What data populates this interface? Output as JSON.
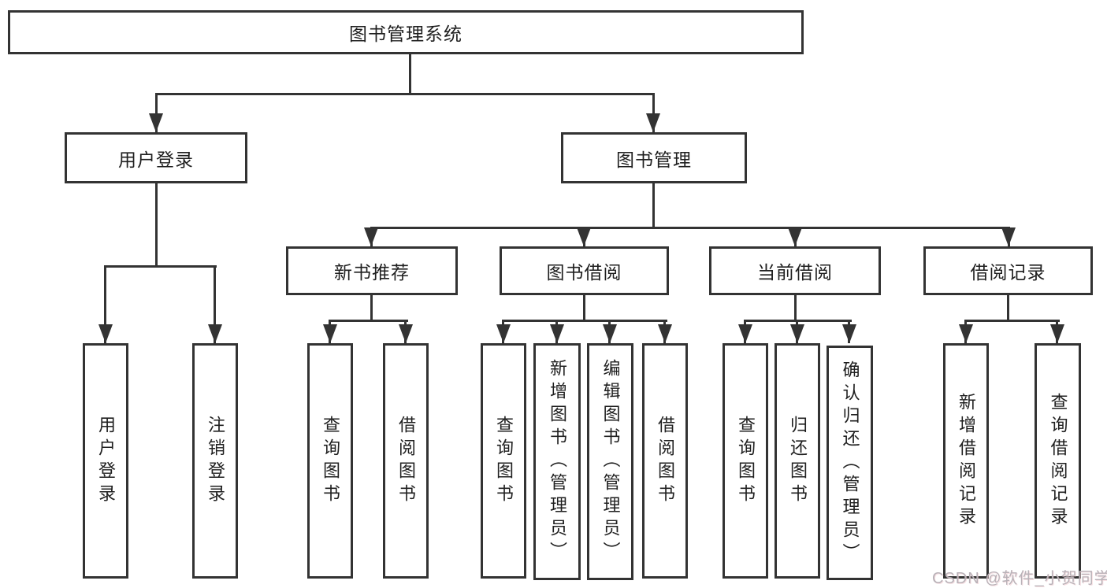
{
  "diagram": {
    "root": {
      "label": "图书管理系统"
    },
    "level2": [
      {
        "label": "用户登录"
      },
      {
        "label": "图书管理"
      }
    ],
    "level3": [
      {
        "label": "新书推荐"
      },
      {
        "label": "图书借阅"
      },
      {
        "label": "当前借阅"
      },
      {
        "label": "借阅记录"
      }
    ],
    "leaves": {
      "user_login": [
        "用户登录",
        "注销登录"
      ],
      "new_books": [
        "查询图书",
        "借阅图书"
      ],
      "book_borrow": [
        "查询图书",
        "新增图书（管理员）",
        "编辑图书（管理员）",
        "借阅图书"
      ],
      "current_borrow": [
        "查询图书",
        "归还图书",
        "确认归还（管理员）"
      ],
      "borrow_records": [
        "新增借阅记录",
        "查询借阅记录"
      ]
    }
  },
  "watermark": {
    "text": "CSDN @软件_小贺同学"
  },
  "colors": {
    "line": "#333333",
    "text": "#1f1f1f",
    "watermark": "#b9b2b8",
    "background": "#ffffff"
  }
}
